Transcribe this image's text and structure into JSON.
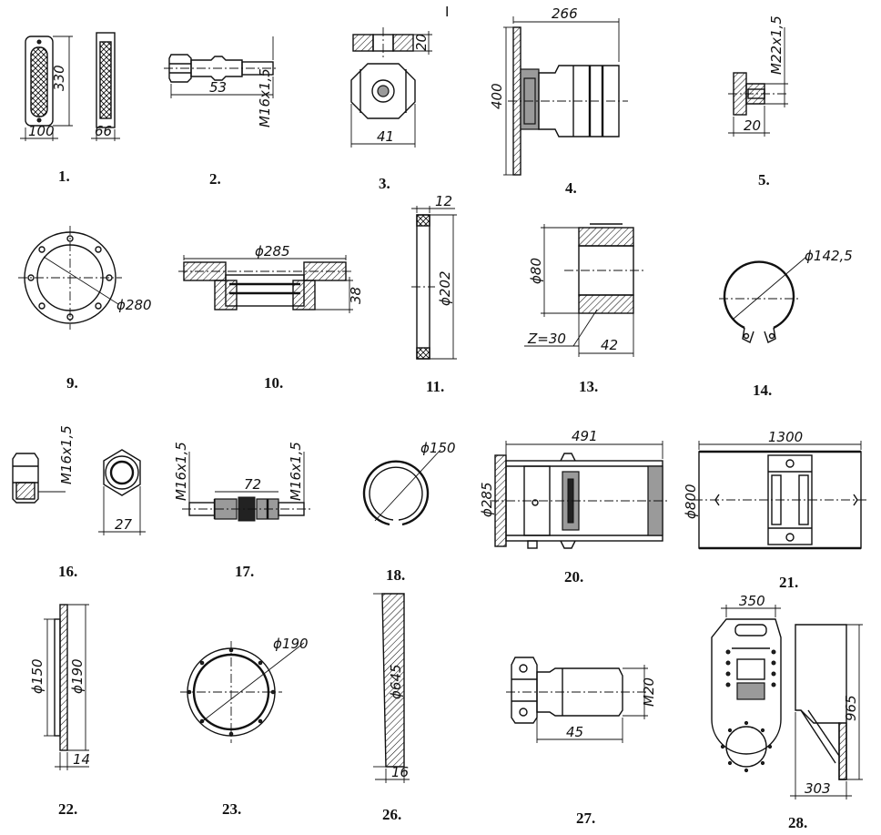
{
  "sheet_mark": "I",
  "parts": [
    {
      "id": "p1",
      "label": "1.",
      "dims": [
        "330",
        "100",
        "66"
      ]
    },
    {
      "id": "p2",
      "label": "2.",
      "dims": [
        "53",
        "M16x1,5"
      ]
    },
    {
      "id": "p3",
      "label": "3.",
      "dims": [
        "20",
        "41"
      ]
    },
    {
      "id": "p4",
      "label": "4.",
      "dims": [
        "266",
        "400"
      ]
    },
    {
      "id": "p5",
      "label": "5.",
      "dims": [
        "M22x1,5",
        "20"
      ]
    },
    {
      "id": "p9",
      "label": "9.",
      "dims": [
        "ϕ280"
      ]
    },
    {
      "id": "p10",
      "label": "10.",
      "dims": [
        "ϕ285",
        "38"
      ]
    },
    {
      "id": "p11",
      "label": "11.",
      "dims": [
        "12",
        "ϕ202"
      ]
    },
    {
      "id": "p13",
      "label": "13.",
      "dims": [
        "ϕ80",
        "Z=30",
        "42"
      ]
    },
    {
      "id": "p14",
      "label": "14.",
      "dims": [
        "ϕ142,5"
      ]
    },
    {
      "id": "p16",
      "label": "16.",
      "dims": [
        "M16x1,5",
        "27"
      ]
    },
    {
      "id": "p17",
      "label": "17.",
      "dims": [
        "M16x1,5",
        "72",
        "M16x1,5"
      ]
    },
    {
      "id": "p18",
      "label": "18.",
      "dims": [
        "ϕ150"
      ]
    },
    {
      "id": "p20",
      "label": "20.",
      "dims": [
        "491",
        "ϕ285"
      ]
    },
    {
      "id": "p21",
      "label": "21.",
      "dims": [
        "1300",
        "ϕ800"
      ]
    },
    {
      "id": "p22",
      "label": "22.",
      "dims": [
        "ϕ150",
        "ϕ190",
        "14"
      ]
    },
    {
      "id": "p23",
      "label": "23.",
      "dims": [
        "ϕ190"
      ]
    },
    {
      "id": "p26",
      "label": "26.",
      "dims": [
        "ϕ645",
        "16"
      ]
    },
    {
      "id": "p27",
      "label": "27.",
      "dims": [
        "M20",
        "45"
      ]
    },
    {
      "id": "p28",
      "label": "28.",
      "dims": [
        "350",
        "965",
        "303"
      ]
    }
  ]
}
